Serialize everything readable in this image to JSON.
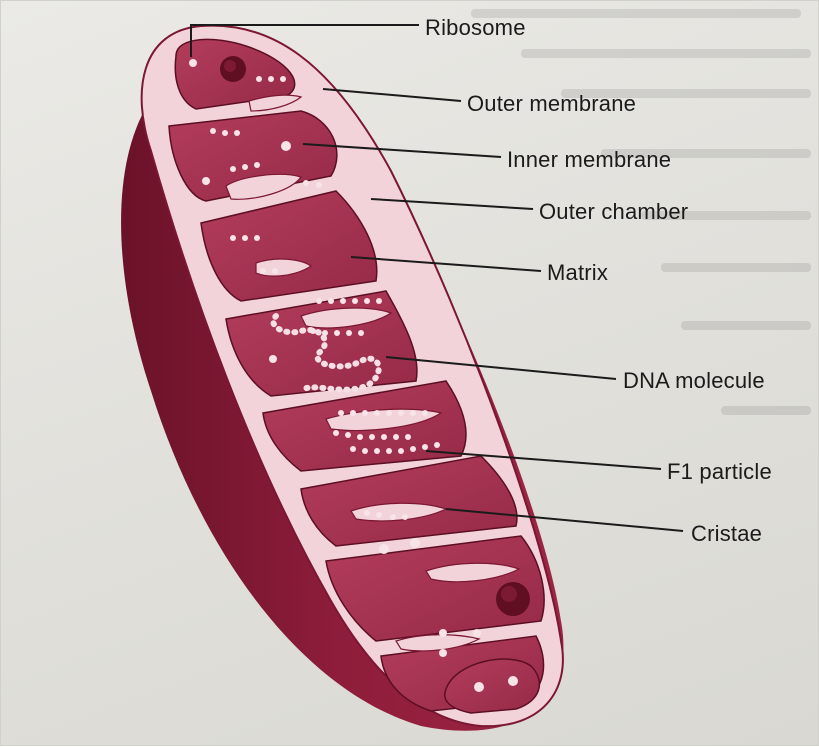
{
  "labels": {
    "ribosome": "Ribosome",
    "outer_membrane": "Outer membrane",
    "inner_membrane": "Inner membrane",
    "outer_chamber": "Outer chamber",
    "matrix": "Matrix",
    "dna_molecule": "DNA molecule",
    "f1_particle": "F1 particle",
    "cristae": "Cristae"
  },
  "colors": {
    "outer_wall": "#8e1d3a",
    "outer_wall_shadow": "#6a1229",
    "outer_chamber": "#f2d3da",
    "matrix": "#a62e4c",
    "matrix_light": "#b94563",
    "ribosome_dot": "#f7e4e8",
    "granule": "#6d1024",
    "leader_line": "#1b1b1b"
  }
}
